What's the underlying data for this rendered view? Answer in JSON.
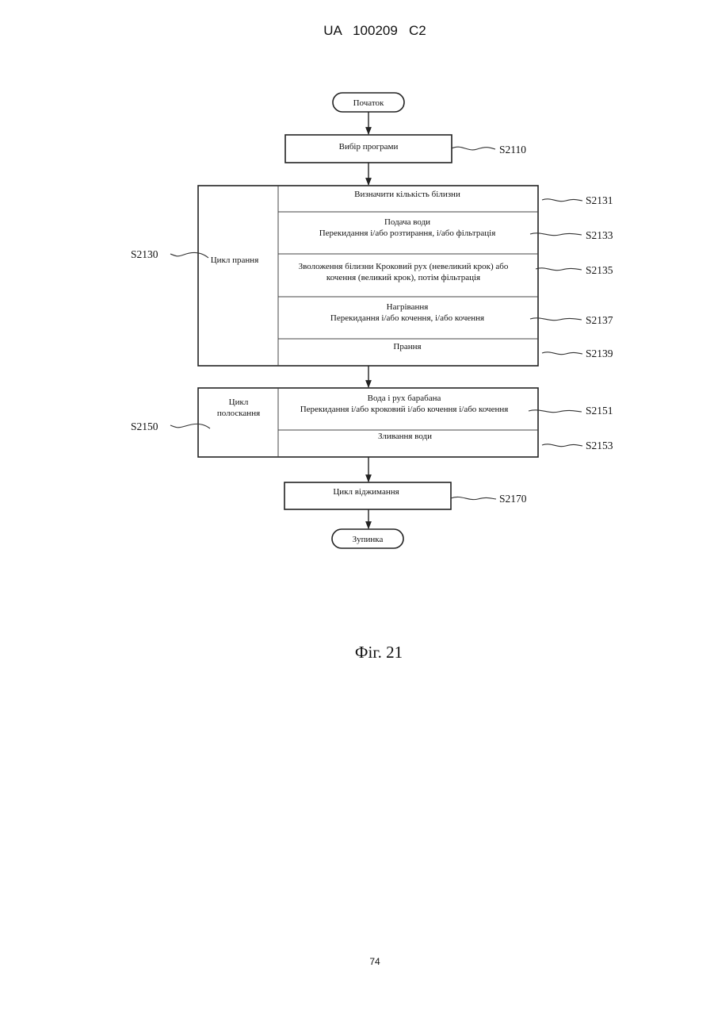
{
  "header": {
    "text": "UA   100209   C2"
  },
  "flowchart": {
    "start": "Початок",
    "select_program": {
      "label": "Вибір програми",
      "ref": "S2110"
    },
    "wash_cycle": {
      "label": "Цикл прання",
      "ref": "S2130",
      "steps": [
        {
          "lines": [
            "Визначити кількість білизни"
          ],
          "ref": "S2131"
        },
        {
          "lines": [
            "Подача води",
            "Перекидання і/або розтирання, і/або фільтрація"
          ],
          "ref": "S2133"
        },
        {
          "lines": [
            "Зволоження білизни Кроковий рух (невеликий крок) або",
            "кочення (великий крок), потім фільтрація"
          ],
          "ref": "S2135"
        },
        {
          "lines": [
            "Нагрівання",
            "Перекидання і/або кочення, і/або кочення"
          ],
          "ref": "S2137"
        },
        {
          "lines": [
            "Прання"
          ],
          "ref": "S2139"
        }
      ]
    },
    "rinse_cycle": {
      "label_lines": [
        "Цикл",
        "полоскання"
      ],
      "ref": "S2150",
      "steps": [
        {
          "lines": [
            "Вода і рух барабана",
            "Перекидання і/або кроковий  і/або кочення і/або кочення"
          ],
          "ref": "S2151"
        },
        {
          "lines": [
            "Зливання води"
          ],
          "ref": "S2153"
        }
      ]
    },
    "spin_cycle": {
      "label": "Цикл віджимання",
      "ref": "S2170"
    },
    "stop": "Зупинка"
  },
  "figure_caption": "Фіг. 21",
  "page_number": "74"
}
